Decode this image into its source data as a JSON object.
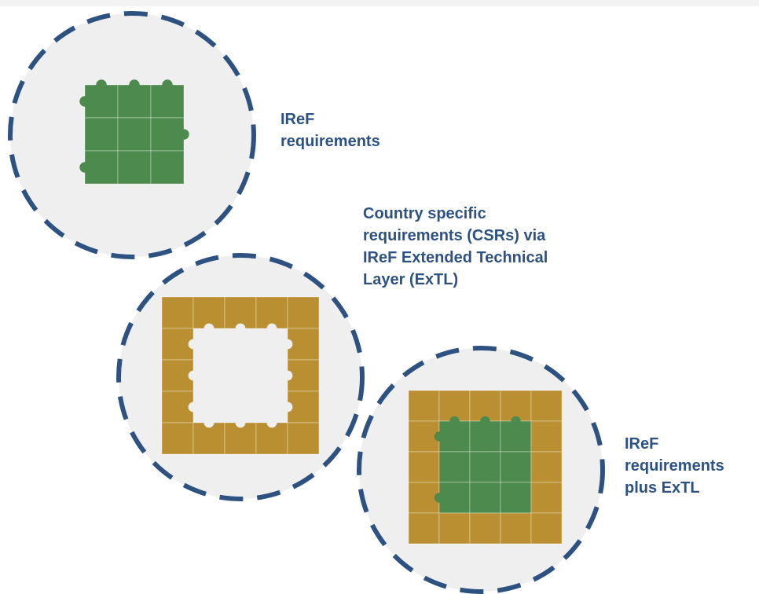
{
  "colors": {
    "circle_fill": "#efefef",
    "circle_dash": "#2d5282",
    "green_piece": "#4c8a4d",
    "gold_piece": "#b98f31",
    "label_text": "#2d5282"
  },
  "panels": [
    {
      "id": "iref",
      "label": "IReF\nrequirements",
      "puzzle": "green-grid"
    },
    {
      "id": "csr",
      "label": "Country specific\nrequirements (CSRs) via\nIReF Extended Technical\nLayer (ExTL)",
      "puzzle": "gold-frame"
    },
    {
      "id": "combined",
      "label": "IReF\nrequirements\nplus ExTL",
      "puzzle": "gold-frame-with-green-center"
    }
  ]
}
